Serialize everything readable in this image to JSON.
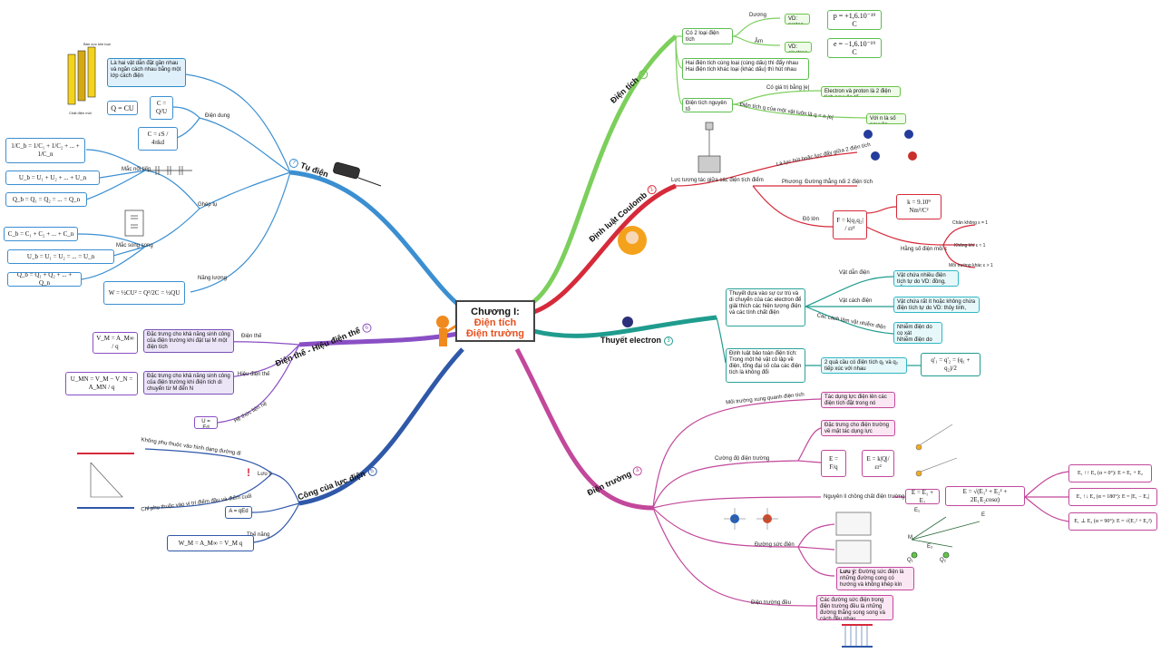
{
  "center": {
    "title": "Chương I:",
    "subtitle1": "Điện tích",
    "subtitle2": "Điện trường"
  },
  "branches": {
    "dien_tich": {
      "label": "Điện tích",
      "num": "1"
    },
    "coulomb": {
      "label": "Định luật Coulomb",
      "num": "2"
    },
    "electron": {
      "label": "Thuyết electron",
      "num": "3"
    },
    "dien_truong": {
      "label": "Điện trường",
      "num": "4"
    },
    "cong": {
      "label": "Công của lực điện",
      "num": "5"
    },
    "dien_the": {
      "label": "Điện thế - Hiệu điện thế",
      "num": "6"
    },
    "tu_dien": {
      "label": "Tụ điện",
      "num": "7"
    }
  },
  "dien_tich": {
    "co2loai": "Có 2 loại điện tích",
    "duong": "Dương",
    "am": "Âm",
    "vd_proton": "VD: proton",
    "vd_electron": "VD: electron",
    "p_formula": "p = +1,6.10⁻¹⁹ C",
    "e_formula": "e = −1,6.10⁻¹⁹ C",
    "tuongtac1": "Hai điện tích cùng loại (cùng dấu) thì đẩy nhau",
    "tuongtac2": "Hai điện tích khác loại (khác dấu) thì hút nhau",
    "nguyento": "Điện tích nguyên tố",
    "cogiatri": "Có giá trị bằng |e|",
    "electron_proton": "Electron và proton là 2 điện tích nguyên tố",
    "dientich_q": "Điện tích q của một vật luôn là q = n.|e|",
    "voi_n": "Với n là số nguyên"
  },
  "coulomb": {
    "luc": "Lực tương tác giữa các điện tích điểm",
    "laluc": "Là lực hút hoặc lực đẩy giữa 2 điện tích",
    "phuong": "Phương: Đường thẳng nối 2 điện tích",
    "dolon": "Độ lớn",
    "F_formula": "F = k|q₁q₂| / εr²",
    "k_formula": "k = 9.10⁹ Nm²/C²",
    "heso": "Hằng số điện môi ε",
    "chankhong": "Chân không ε = 1",
    "khongkhi": "Không khí ε ≈ 1",
    "moitruong": "Môi trường khác ε > 1"
  },
  "electron": {
    "thuyet": "Thuyết dựa vào sự cư trú và di chuyển của các electron để giải thích các hiện tượng điện và các tính chất điện",
    "vatdan": "Vật dẫn điện",
    "vatdan_box": "Vật chứa nhiều điện tích tự do VD: đồng, sắt...",
    "vatcach": "Vật cách điện",
    "vatcach_box": "Vật chứa rất ít hoặc không chứa điện tích tự do VD: thủy tinh, cao su...",
    "cachnhiem": "Các cách làm vật nhiễm điện",
    "cachnhiem_box": "Nhiễm điện do cọ xát\nNhiễm điện do tiếp xúc\nNhiễm điện do hưởng ứng",
    "baotoan": "Định luật bảo toàn điện tích: Trong một hệ vật cô lập về điện, tổng đại số của các điện tích là không đổi",
    "haiqua": "2 quả cầu có điện tích q₁ và q₂ tiếp xúc với nhau",
    "q_formula": "q'₁ = q'₂ = (q₁ + q₂)/2"
  },
  "dien_truong": {
    "moitruong": "Môi trường xung quanh điện tích",
    "tacdung": "Tác dụng lực điện lên các điện tích đặt trong nó",
    "cuongdo": "Cường độ điện trường",
    "dactrung": "Đặc trưng cho điện trường về mặt tác dụng lực",
    "E_FQ": "E = F/q",
    "E_k": "E = k|Q|/εr²",
    "chongchat": "Nguyên lí chồng chất điện trường",
    "E_sum": "E = E₁ + E₂",
    "E_mag": "E = √(E₁² + E₂² + 2E₁E₂cosα)",
    "case1": "E₁ ↑↑ E₂ (α = 0°): E = E₁ + E₂",
    "case2": "E₁ ↑↓ E₂ (α = 180°): E = |E₁ − E₂|",
    "case3": "E₁ ⊥ E₂ (α = 90°): E = √(E₁² + E₂²)",
    "duongsuc": "Đường sức điện",
    "luuy_title": "Lưu ý:",
    "luuy": "Đường sức điện là những đường cong có hướng và không khép kín",
    "deu": "Điện trường đều",
    "deu_box": "Các đường sức điện trong điện trường đều là những đường thẳng song song và cách đều nhau",
    "lbl_M": "M",
    "lbl_E": "E",
    "lbl_E1": "E₁",
    "lbl_E2": "E₂",
    "lbl_Q1": "Q₁",
    "lbl_Q2": "Q₂"
  },
  "cong": {
    "khongphu": "Không phụ thuộc vào hình dạng đường đi",
    "chiphu": "Chỉ phụ thuộc vào vị trí điểm đầu và điểm cuối",
    "luuy": "Lưu ý",
    "A_formula": "A = qEd",
    "thenang": "Thế năng",
    "W_formula": "W_M = A_M∞ = V_M q"
  },
  "dien_the": {
    "dienthe": "Điện thế",
    "V_formula": "V_M = A_M∞ / q",
    "dienthe_box": "Đặc trưng cho khả năng sinh công của điện trường khi đặt tại M một điện tích",
    "hieudienthe": "Hiệu điện thế",
    "U_formula": "U_MN = V_M − V_N = A_MN / q",
    "hdt_box": "Đặc trưng cho khả năng sinh công của điện trường khi điện tích di chuyển từ M đến N",
    "hethuc": "Hệ thức liên hệ",
    "U_Ed": "U = Ed"
  },
  "tu_dien": {
    "dinhnghia": "Là hai vật dẫn đặt gần nhau và ngăn cách nhau bằng một lớp cách điện",
    "bancuc": "Bản cực kim loại",
    "chat_dien_moi": "Chất điện môi",
    "dien_dung": "Điện dung",
    "Q_CU": "Q = CU",
    "C_QU": "C = Q/U",
    "C_eps": "C = εS / 4πkd",
    "ghep": "Ghép tụ",
    "noitiep": "Mắc nối tiếp",
    "nt1": "1/C_b = 1/C₁ + 1/C₂ + ... + 1/C_n",
    "nt2": "U_b = U₁ + U₂ + ... + U_n",
    "nt3": "Q_b = Q₁ = Q₂ = ... = Q_n",
    "songsong": "Mắc song song",
    "ss1": "C_b = C₁ + C₂ + ... + C_n",
    "ss2": "U_b = U₁ = U₂ = ... = U_n",
    "ss3": "Q_b = Q₁ + Q₂ + ... + Q_n",
    "nangluong": "Năng lượng",
    "W_formula": "W = ½CU² = Q²/2C = ½QU"
  },
  "colors": {
    "green": "#6cc24a",
    "red": "#d62a3a",
    "teal": "#1f9c8e",
    "pink": "#c2489b",
    "blue": "#2f58a8",
    "purple": "#8a4fc4",
    "skyblue": "#3b8fd1",
    "orange": "#f08a1f"
  }
}
